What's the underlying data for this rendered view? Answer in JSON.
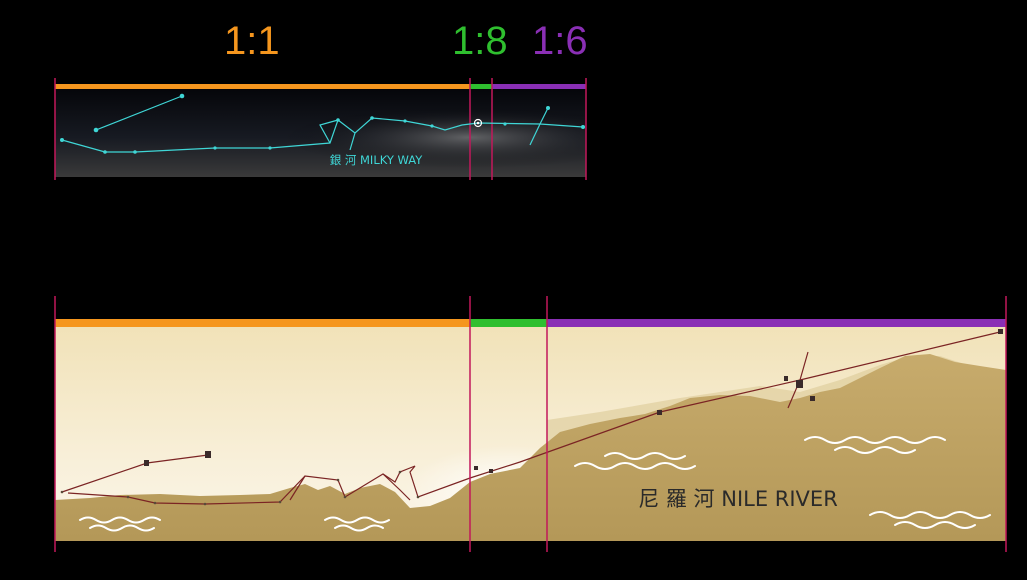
{
  "colors": {
    "orange": "#f5961e",
    "green": "#2fbf2f",
    "purple": "#8a2fb5",
    "divider": "#c2185b",
    "constellation": "#3fd6d6",
    "sand": "#c3a767",
    "path": "#7b2424"
  },
  "ratios": [
    {
      "label": "1:1",
      "color": "orange"
    },
    {
      "label": "1:8",
      "color": "green"
    },
    {
      "label": "1:6",
      "color": "purple"
    }
  ],
  "milky_way": {
    "label": "銀 河 MILKY WAY"
  },
  "nile": {
    "label": "尼 羅 河   NILE RIVER"
  },
  "icons": [
    "star-node-icon",
    "pyramid-marker-icon",
    "wave-icon"
  ]
}
